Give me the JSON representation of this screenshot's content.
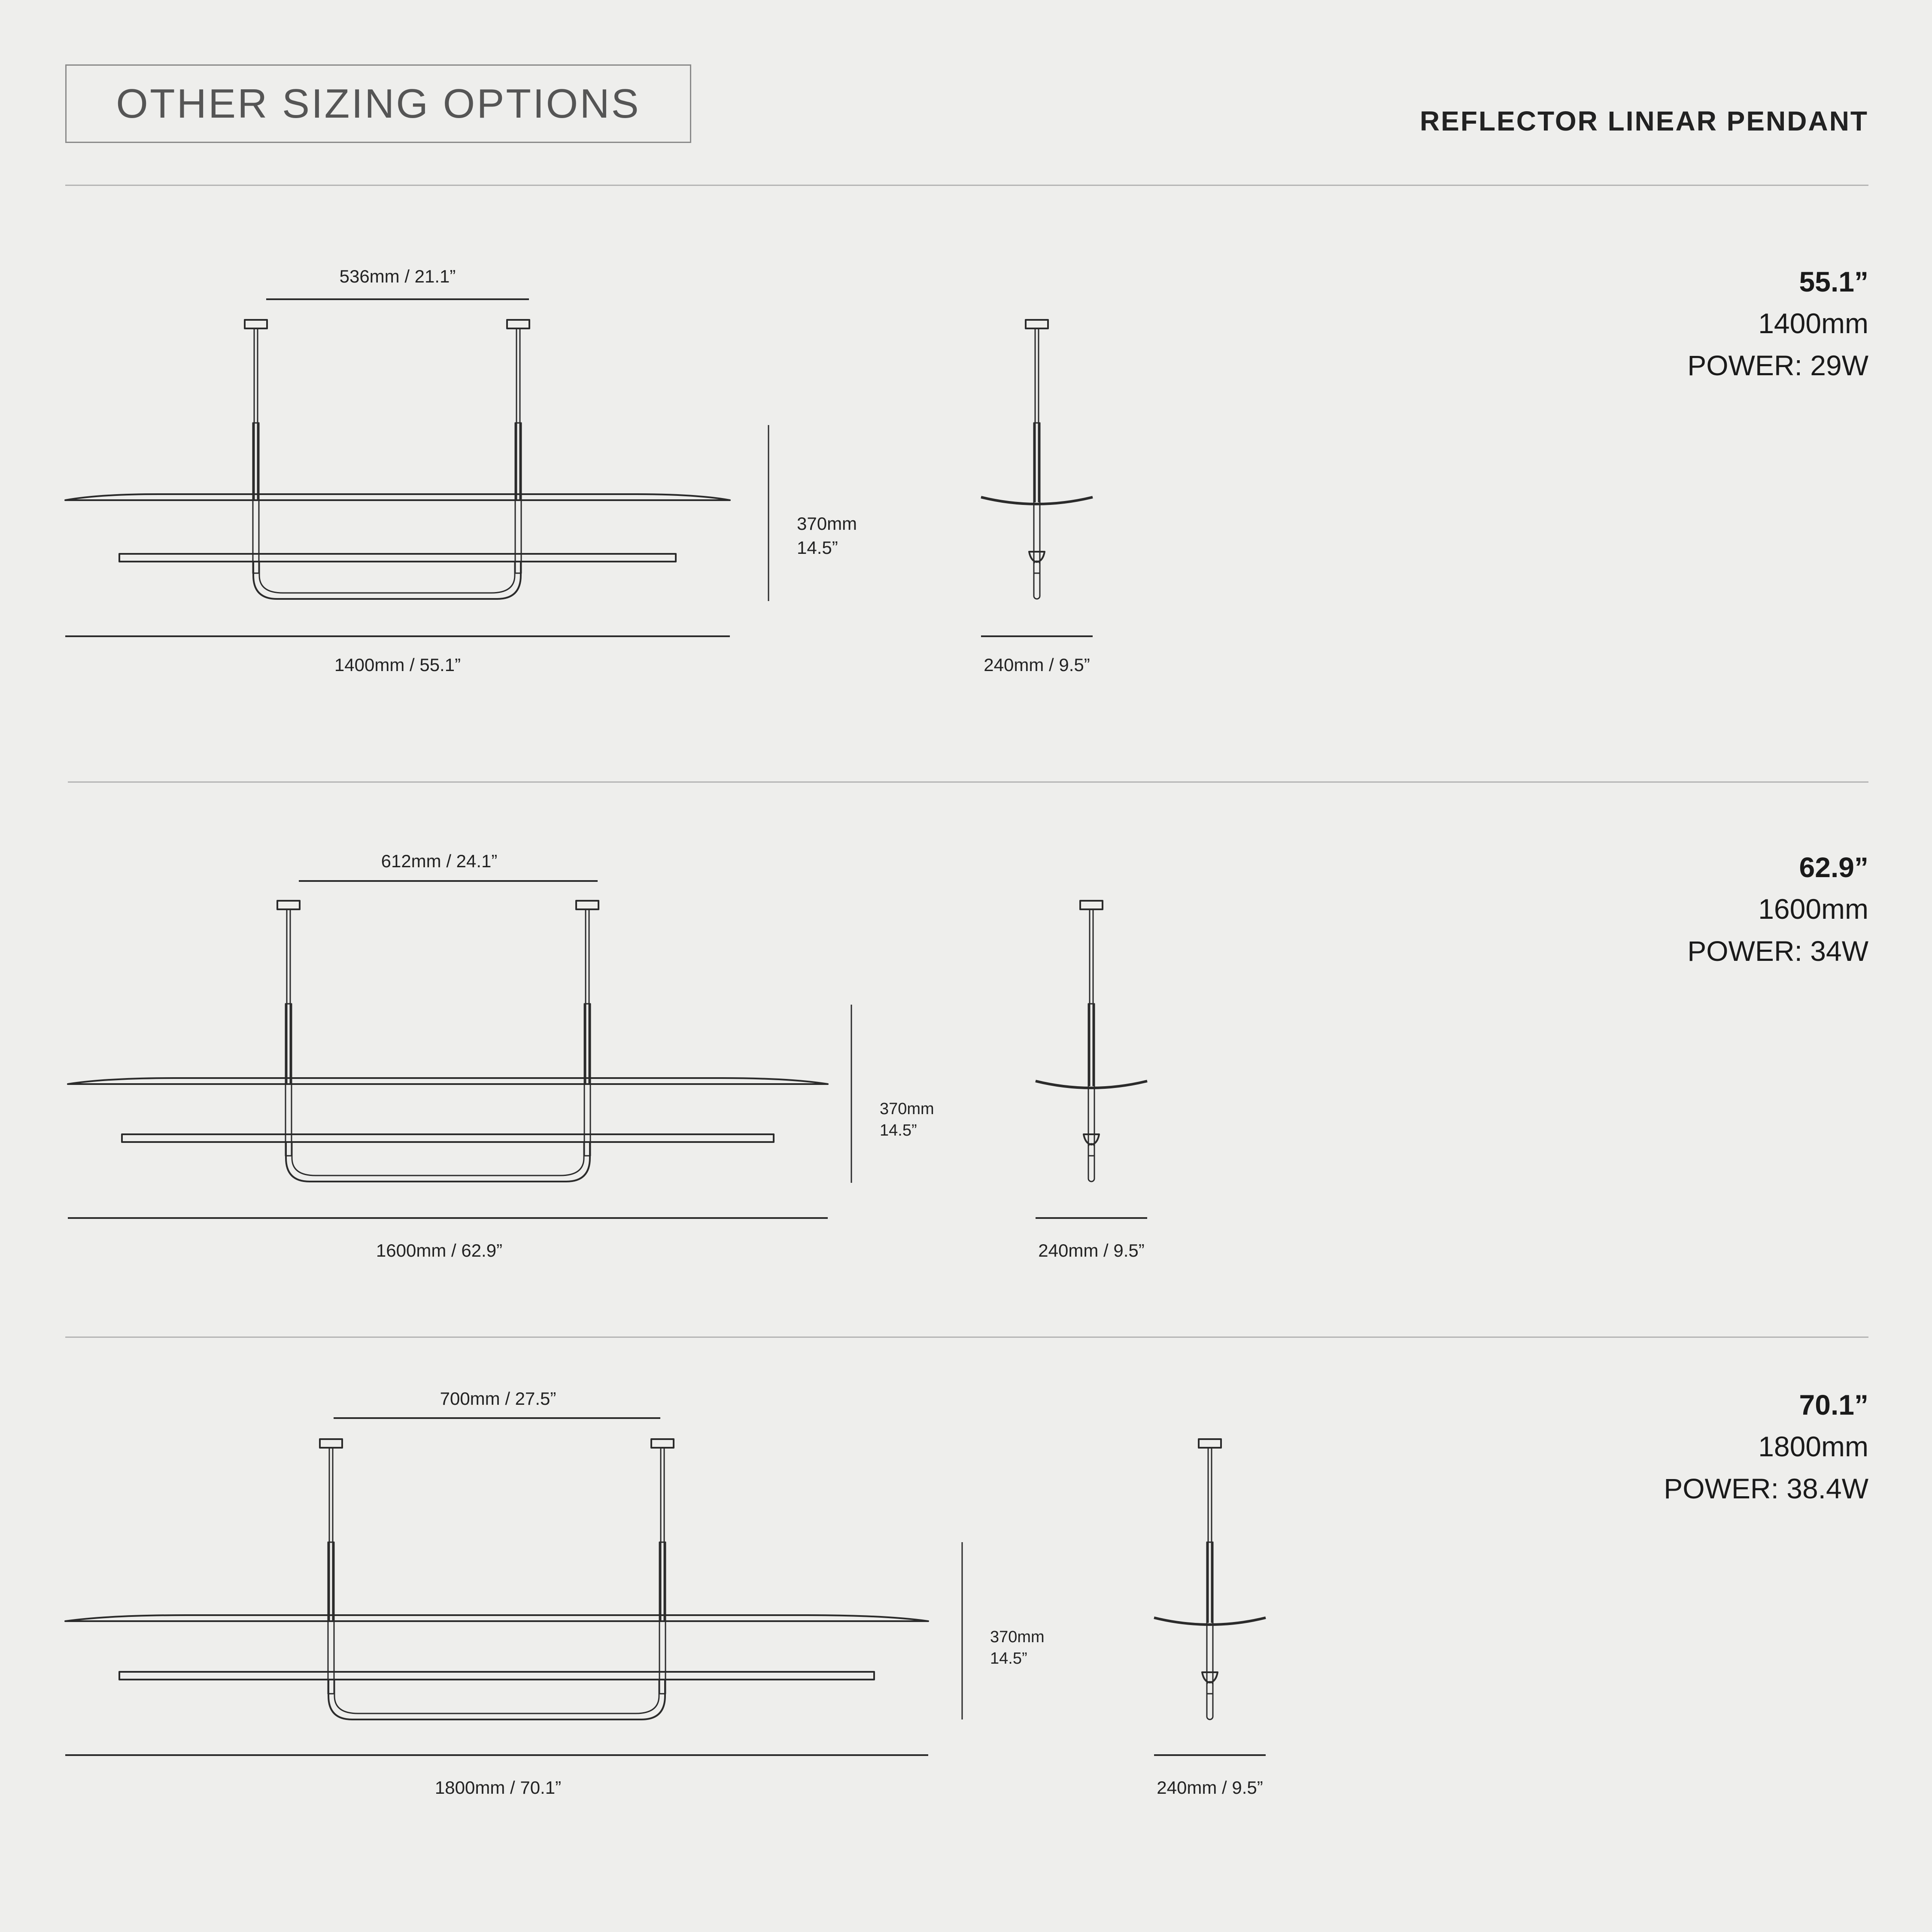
{
  "header": {
    "title": "OTHER SIZING OPTIONS",
    "product_name": "REFLECTOR LINEAR PENDANT"
  },
  "sizes": [
    {
      "inch": "55.1”",
      "mm": "1400mm",
      "power": "POWER: 29W",
      "canopy_spacing": "536mm / 21.1”",
      "overall_width": "1400mm / 55.1”",
      "height_mm": "370mm",
      "height_in": "14.5”",
      "depth": "240mm / 9.5”"
    },
    {
      "inch": "62.9”",
      "mm": "1600mm",
      "power": "POWER: 34W",
      "canopy_spacing": "612mm / 24.1”",
      "overall_width": "1600mm / 62.9”",
      "height_mm": "370mm",
      "height_in": "14.5”",
      "depth": "240mm / 9.5”"
    },
    {
      "inch": "70.1”",
      "mm": "1800mm",
      "power": "POWER: 38.4W",
      "canopy_spacing": "700mm / 27.5”",
      "overall_width": "1800mm / 70.1”",
      "height_mm": "370mm",
      "height_in": "14.5”",
      "depth": "240mm / 9.5”"
    }
  ],
  "colors": {
    "background": "#eeeeec",
    "line": "#2b2b2b",
    "rule": "#b4b4b4"
  }
}
